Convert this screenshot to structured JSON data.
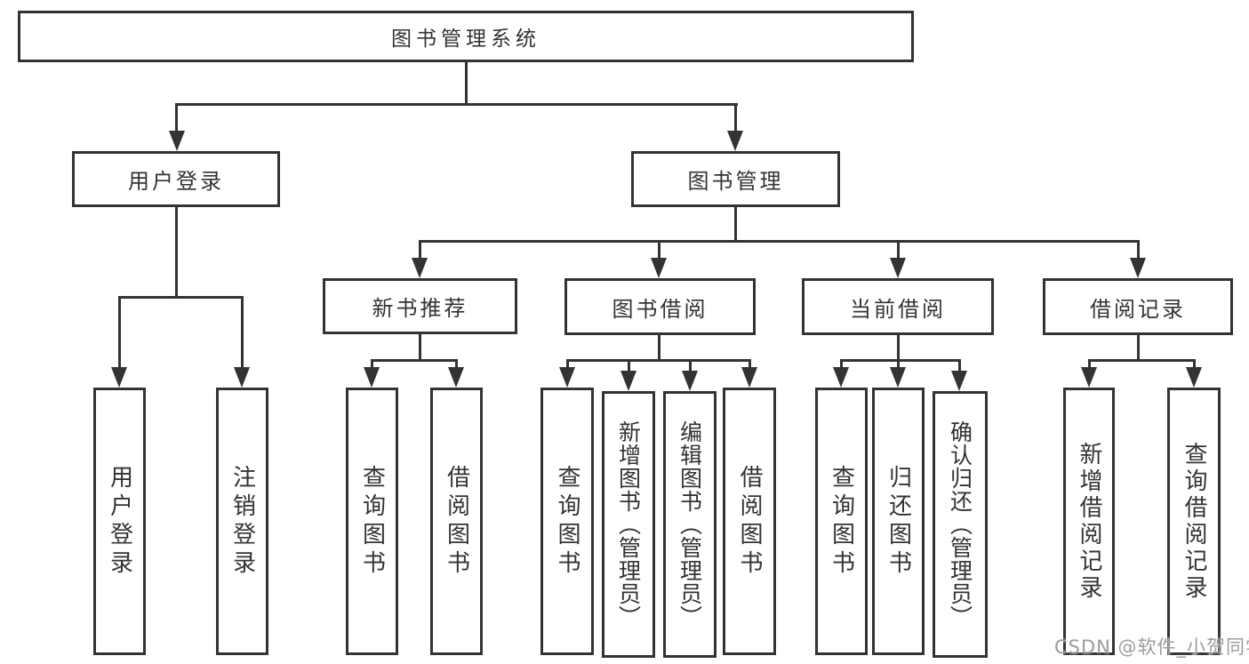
{
  "diagram_type": "hierarchy-tree",
  "tree": {
    "label": "图书管理系统",
    "children": [
      {
        "label": "用户登录",
        "children": [
          {
            "label": "用户登录"
          },
          {
            "label": "注销登录"
          }
        ]
      },
      {
        "label": "图书管理",
        "children": [
          {
            "label": "新书推荐",
            "children": [
              {
                "label": "查询图书"
              },
              {
                "label": "借阅图书"
              }
            ]
          },
          {
            "label": "图书借阅",
            "children": [
              {
                "label": "查询图书"
              },
              {
                "label": "新增图书（管理员）"
              },
              {
                "label": "编辑图书（管理员）"
              },
              {
                "label": "借阅图书"
              }
            ]
          },
          {
            "label": "当前借阅",
            "children": [
              {
                "label": "查询图书"
              },
              {
                "label": "归还图书"
              },
              {
                "label": "确认归还（管理员）"
              }
            ]
          },
          {
            "label": "借阅记录",
            "children": [
              {
                "label": "新增借阅记录"
              },
              {
                "label": "查询借阅记录"
              }
            ]
          }
        ]
      }
    ]
  },
  "watermark": {
    "text": "CSDN @软件_小贺同学",
    "color": "#9c9c9c"
  },
  "colors": {
    "line": "#333333",
    "text": "#333333",
    "background": "#ffffff"
  }
}
